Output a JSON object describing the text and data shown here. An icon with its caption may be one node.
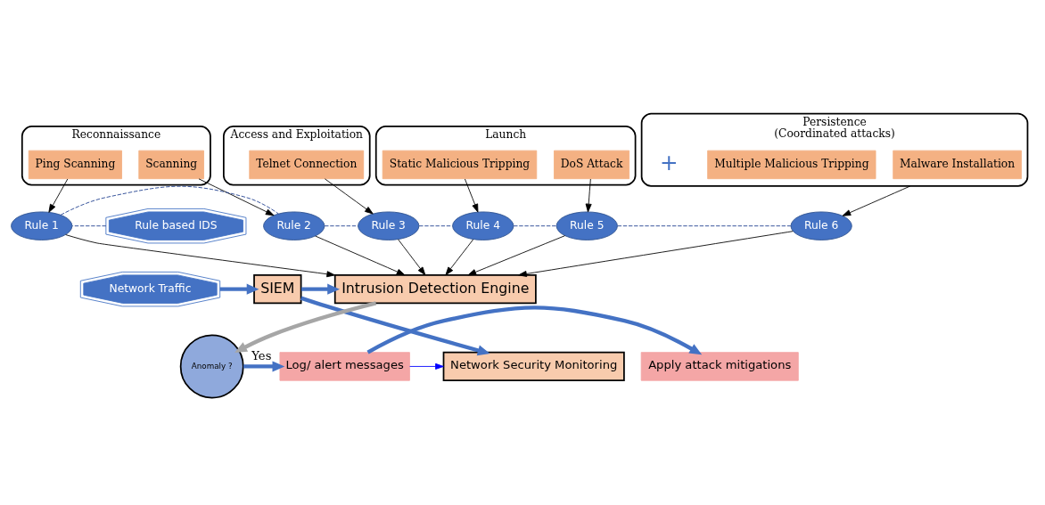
{
  "diagram": {
    "nodes": [
      {
        "text": [
          "Reconnaissance"
        ]
      },
      {
        "text": [
          "Ping Scanning"
        ],
        "in": 0
      },
      {
        "text": [
          "Scanning"
        ],
        "in": 0
      },
      {
        "text": [
          "Access and Exploitation"
        ]
      },
      {
        "text": [
          "Telnet Connection"
        ],
        "in": 3
      },
      {
        "text": [
          "Launch"
        ]
      },
      {
        "text": [
          "Static Malicious Tripping"
        ],
        "in": 5
      },
      {
        "text": [
          "DoS Attack"
        ],
        "in": 5
      },
      {
        "text": [
          "Persistence",
          "(Coordinated attacks)"
        ]
      },
      {
        "text": [
          "Malware Installation"
        ],
        "in": 8
      },
      {
        "text": [
          "Multiple Malicious Tripping"
        ],
        "in": 8
      },
      {
        "text": [
          "Rule based IDS"
        ]
      },
      {
        "text": [
          "Rule 1"
        ]
      },
      {
        "text": [
          "Rule 2"
        ]
      },
      {
        "text": [
          "Rule 3"
        ]
      },
      {
        "text": [
          "Rule 4"
        ]
      },
      {
        "text": [
          "Rule 5"
        ]
      },
      {
        "text": [
          "Rule 6"
        ]
      },
      {
        "text": [
          "Network Traffic"
        ]
      },
      {
        "text": [
          "SIEM"
        ]
      },
      {
        "text": [
          "Intrusion Detection Engine"
        ]
      },
      {
        "text": [
          "Network Security Monitoring"
        ]
      },
      {
        "text": [
          "Anomaly ?"
        ]
      },
      {
        "text": [
          "Log/ alert messages"
        ]
      },
      {
        "text": [
          "Apply attack mitigations"
        ]
      }
    ],
    "edges": [
      {
        "from": 1,
        "to": 12,
        "arrow": "to"
      },
      {
        "from": 2,
        "to": 13,
        "arrow": "to"
      },
      {
        "from": 4,
        "to": 14,
        "arrow": "to"
      },
      {
        "from": 6,
        "to": 15,
        "arrow": "to"
      },
      {
        "from": 7,
        "to": 16,
        "arrow": "to"
      },
      {
        "from": 8,
        "to": 17,
        "arrow": "to"
      },
      {
        "from": 11,
        "to": 12,
        "arrow": "none",
        "style": "dashed",
        "color": "#1f3f8f"
      },
      {
        "from": 12,
        "to": 13,
        "arrow": "none",
        "style": "dashed",
        "color": "#1f3f8f"
      },
      {
        "from": 13,
        "to": 14,
        "arrow": "none",
        "style": "dashed",
        "color": "#1f3f8f"
      },
      {
        "from": 14,
        "to": 15,
        "arrow": "none",
        "style": "dashed",
        "color": "#1f3f8f"
      },
      {
        "from": 15,
        "to": 16,
        "arrow": "none",
        "style": "dashed",
        "color": "#1f3f8f"
      },
      {
        "from": 16,
        "to": 17,
        "arrow": "none",
        "style": "dashed",
        "color": "#1f3f8f"
      },
      {
        "from": 12,
        "to": 20,
        "arrow": "to"
      },
      {
        "from": 13,
        "to": 20,
        "arrow": "to"
      },
      {
        "from": 14,
        "to": 20,
        "arrow": "to"
      },
      {
        "from": 15,
        "to": 20,
        "arrow": "to"
      },
      {
        "from": 16,
        "to": 20,
        "arrow": "to"
      },
      {
        "from": 17,
        "to": 20,
        "arrow": "to"
      },
      {
        "from": 18,
        "to": 19,
        "arrow": "to",
        "style": "thick",
        "color": "#4472c4"
      },
      {
        "from": 19,
        "to": 20,
        "arrow": "to",
        "style": "thick",
        "color": "#4472c4"
      },
      {
        "from": 19,
        "to": 21,
        "arrow": "to",
        "style": "thick",
        "color": "#4472c4"
      },
      {
        "from": 20,
        "to": 22,
        "arrow": "to",
        "style": "thick",
        "color": "#a6a6a6"
      },
      {
        "from": 22,
        "to": 23,
        "arrow": "to",
        "label": "Yes",
        "style": "thick",
        "color": "#4472c4"
      },
      {
        "from": 23,
        "to": 24,
        "arrow": "to",
        "style": "thick",
        "color": "#4472c4"
      },
      {
        "from": 23,
        "to": 21,
        "arrow": "to",
        "color": "#0000ff"
      }
    ],
    "labels": [
      "+"
    ]
  }
}
